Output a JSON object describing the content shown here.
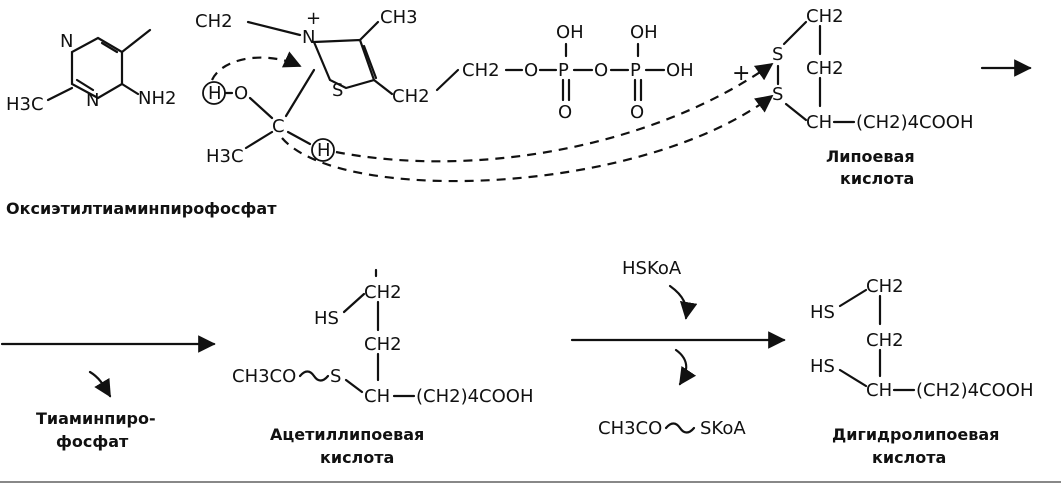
{
  "top": {
    "pyr_N1": "N",
    "pyr_N3": "N",
    "pyr_H3C": "H3C",
    "pyr_NH2": "NH2",
    "bridge_CH2": "CH2",
    "thz_N": "N",
    "thz_plus": "+",
    "thz_CH3": "CH3",
    "thz_S": "S",
    "side_CH2a": "CH2",
    "side_CH2b": "CH2",
    "side_O1": "O",
    "side_P1": "P",
    "side_O2": "O",
    "side_P2": "P",
    "side_OH_end": "OH",
    "side_OH_top1": "OH",
    "side_OH_top2": "OH",
    "side_O_bot1": "O",
    "side_O_bot2": "O",
    "sub_H": "H",
    "sub_O": "O",
    "sub_C": "C",
    "sub_H3C": "H3C",
    "sub_H2": "H",
    "plus": "+",
    "lip_S1": "S",
    "lip_S2": "S",
    "lip_CH2top": "CH2",
    "lip_CH2mid": "CH2",
    "lip_CH": "CH",
    "lip_chain": "(CH2)4COOH",
    "name_oxy": "Оксиэтилтиаминпирофосфат",
    "name_lip_1": "Липоевая",
    "name_lip_2": "кислота"
  },
  "bottom": {
    "tpp_1": "Тиаминпиро-",
    "tpp_2": "фосфат",
    "acl_HS": "HS",
    "acl_CH2top": "CH2",
    "acl_CH2mid": "CH2",
    "acl_acetyl": "CH3CO",
    "acl_S": "S",
    "acl_CH": "CH",
    "acl_chain": "(CH2)4COOH",
    "acl_name_1": "Ацетиллипоевая",
    "acl_name_2": "кислота",
    "hskoa": "HSKoA",
    "acetylcoa_a": "CH3CO",
    "acetylcoa_b": "SKoA",
    "dhl_HS1": "HS",
    "dhl_CH2top": "CH2",
    "dhl_CH2mid": "CH2",
    "dhl_HS2": "HS",
    "dhl_CH": "CH",
    "dhl_chain": "(CH2)4COOH",
    "dhl_name_1": "Дигидролипоевая",
    "dhl_name_2": "кислота"
  }
}
